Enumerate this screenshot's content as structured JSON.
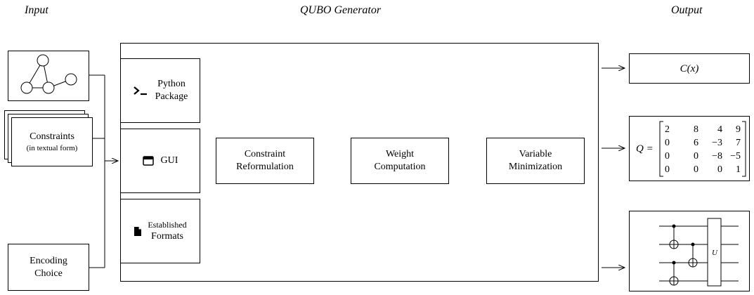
{
  "headers": {
    "input": "Input",
    "generator": "QUBO Generator",
    "output": "Output"
  },
  "inputs": {
    "constraints_title": "Constraints",
    "constraints_sub": "(in textual form)",
    "encoding_line1": "Encoding",
    "encoding_line2": "Choice"
  },
  "interfaces": {
    "python_line1": "Python",
    "python_line2": "Package",
    "gui": "GUI",
    "formats_line1": "Established",
    "formats_line2": "Formats"
  },
  "pipeline": {
    "step1_line1": "Constraint",
    "step1_line2": "Reformulation",
    "step2_line1": "Weight",
    "step2_line2": "Computation",
    "step3_line1": "Variable",
    "step3_line2": "Minimization"
  },
  "outputs": {
    "cost_fn": "C(x)",
    "q_label": "Q =",
    "matrix": [
      [
        "2",
        "8",
        "4",
        "9"
      ],
      [
        "0",
        "6",
        "−3",
        "7"
      ],
      [
        "0",
        "0",
        "−8",
        "−5"
      ],
      [
        "0",
        "0",
        "0",
        "1"
      ]
    ],
    "gate_label": "U"
  },
  "icons": {
    "python": "terminal-icon",
    "gui": "window-icon",
    "formats": "file-icon"
  }
}
